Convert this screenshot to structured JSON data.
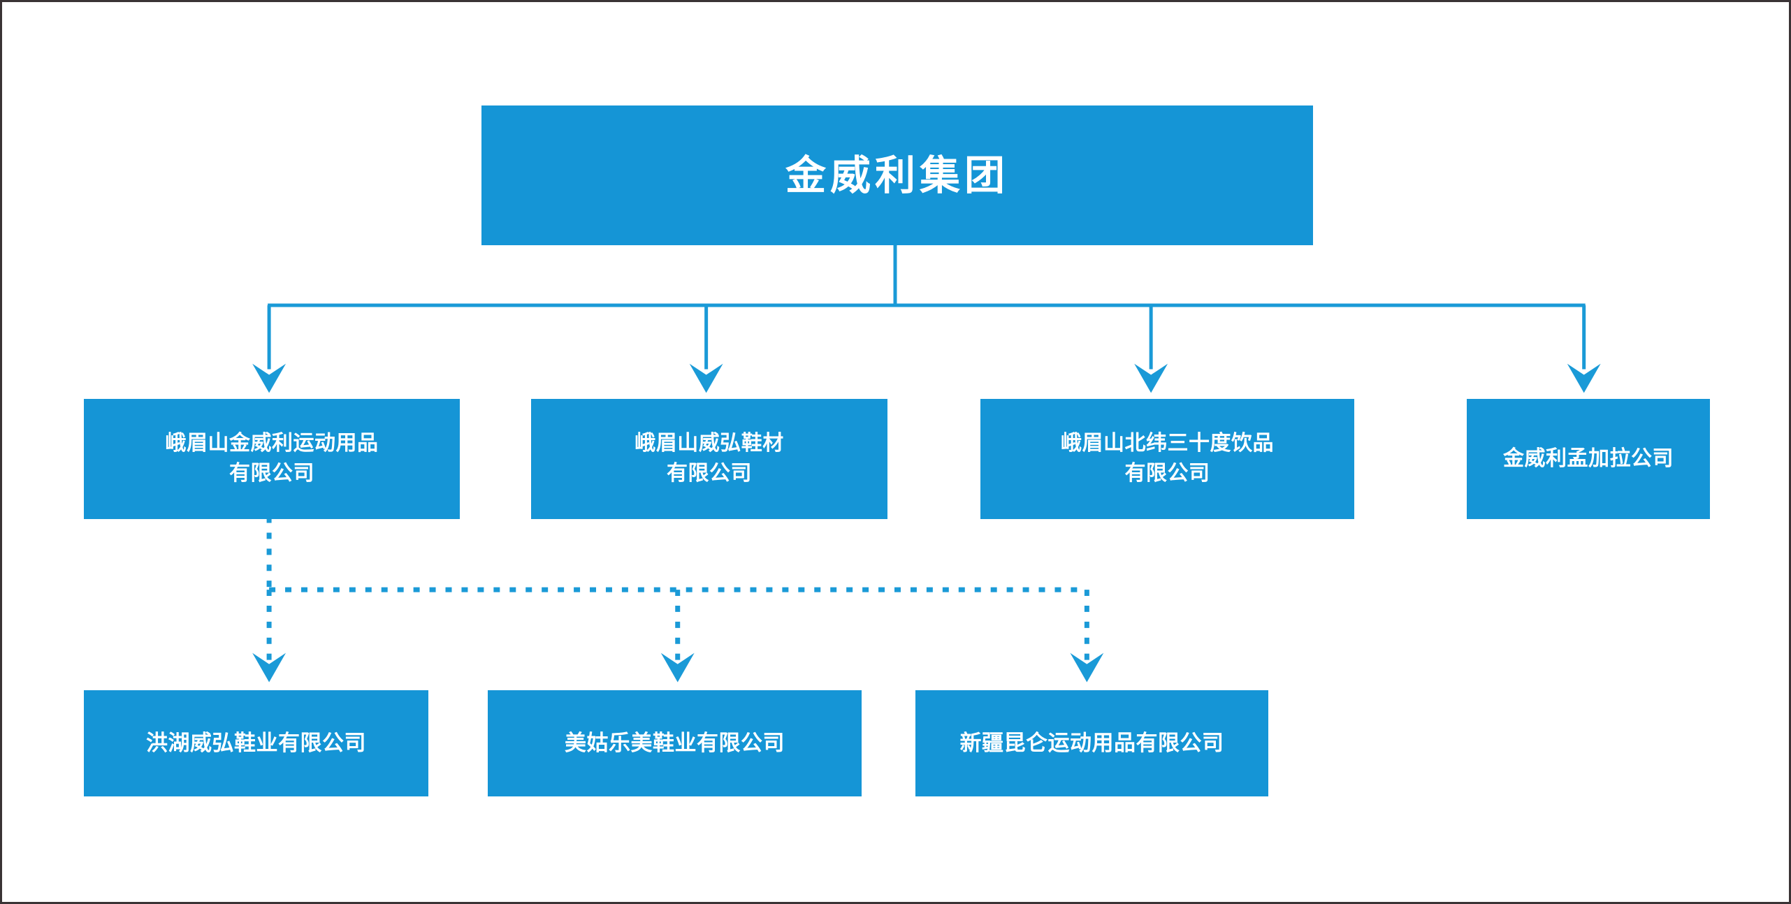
{
  "diagram": {
    "title_node": {
      "label": "金威利集团"
    },
    "subsidiaries": [
      {
        "label": "峨眉山金威利运动用品\n有限公司"
      },
      {
        "label": "峨眉山威弘鞋材\n有限公司"
      },
      {
        "label": "峨眉山北纬三十度饮品\n有限公司"
      },
      {
        "label": "金威利孟加拉公司"
      }
    ],
    "sub_subsidiaries": [
      {
        "label": "洪湖威弘鞋业有限公司"
      },
      {
        "label": "美姑乐美鞋业有限公司"
      },
      {
        "label": "新疆昆仑运动用品有限公司"
      }
    ],
    "colors": {
      "node_fill": "#1595D6",
      "node_text": "#ffffff",
      "connector_solid": "#1A9AD7",
      "connector_dotted": "#1A9AD7",
      "background": "#ffffff",
      "frame_border": "#3a3335"
    }
  }
}
